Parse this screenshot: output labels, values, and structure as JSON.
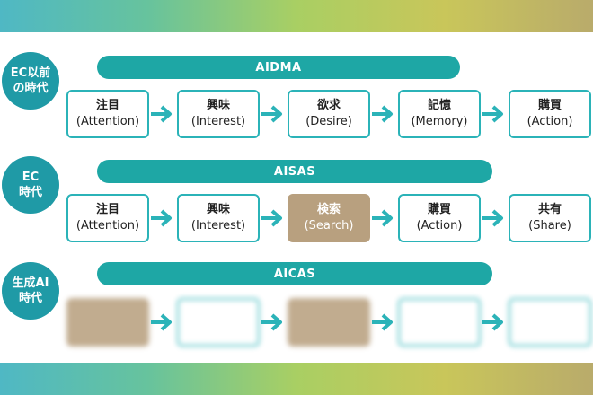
{
  "colors": {
    "teal": "#1f9aa6",
    "band": "#1ea7a5",
    "box_border": "#2bb3b8",
    "highlight": "#b8a07f"
  },
  "rows": [
    {
      "era_label": "EC以前\nの時代",
      "model": "AIDMA",
      "steps": [
        {
          "jp": "注目",
          "en": "(Attention)"
        },
        {
          "jp": "興味",
          "en": "(Interest)"
        },
        {
          "jp": "欲求",
          "en": "(Desire)"
        },
        {
          "jp": "記憶",
          "en": "(Memory)"
        },
        {
          "jp": "購買",
          "en": "(Action)"
        }
      ]
    },
    {
      "era_label": "EC\n時代",
      "model": "AISAS",
      "steps": [
        {
          "jp": "注目",
          "en": "(Attention)"
        },
        {
          "jp": "興味",
          "en": "(Interest)"
        },
        {
          "jp": "検索",
          "en": "(Search)"
        },
        {
          "jp": "購買",
          "en": "(Action)"
        },
        {
          "jp": "共有",
          "en": "(Share)"
        }
      ]
    },
    {
      "era_label": "生成AI\n時代",
      "model": "AICAS",
      "steps": [
        {
          "jp": "",
          "en": ""
        },
        {
          "jp": "",
          "en": ""
        },
        {
          "jp": "",
          "en": ""
        },
        {
          "jp": "",
          "en": ""
        },
        {
          "jp": "",
          "en": ""
        }
      ]
    }
  ]
}
